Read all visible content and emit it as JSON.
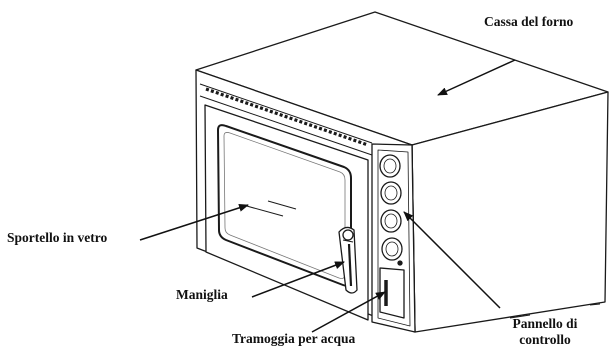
{
  "labels": {
    "cassa": "Cassa del forno",
    "sportello": "Sportello in vetro",
    "maniglia": "Maniglia",
    "tramoggia": "Tramoggia per acqua",
    "pannello_line1": "Pannello di",
    "pannello_line2": "controllo"
  },
  "colors": {
    "line": "#1a1a1a",
    "fill": "#ffffff",
    "light": "#e8e8e8"
  }
}
